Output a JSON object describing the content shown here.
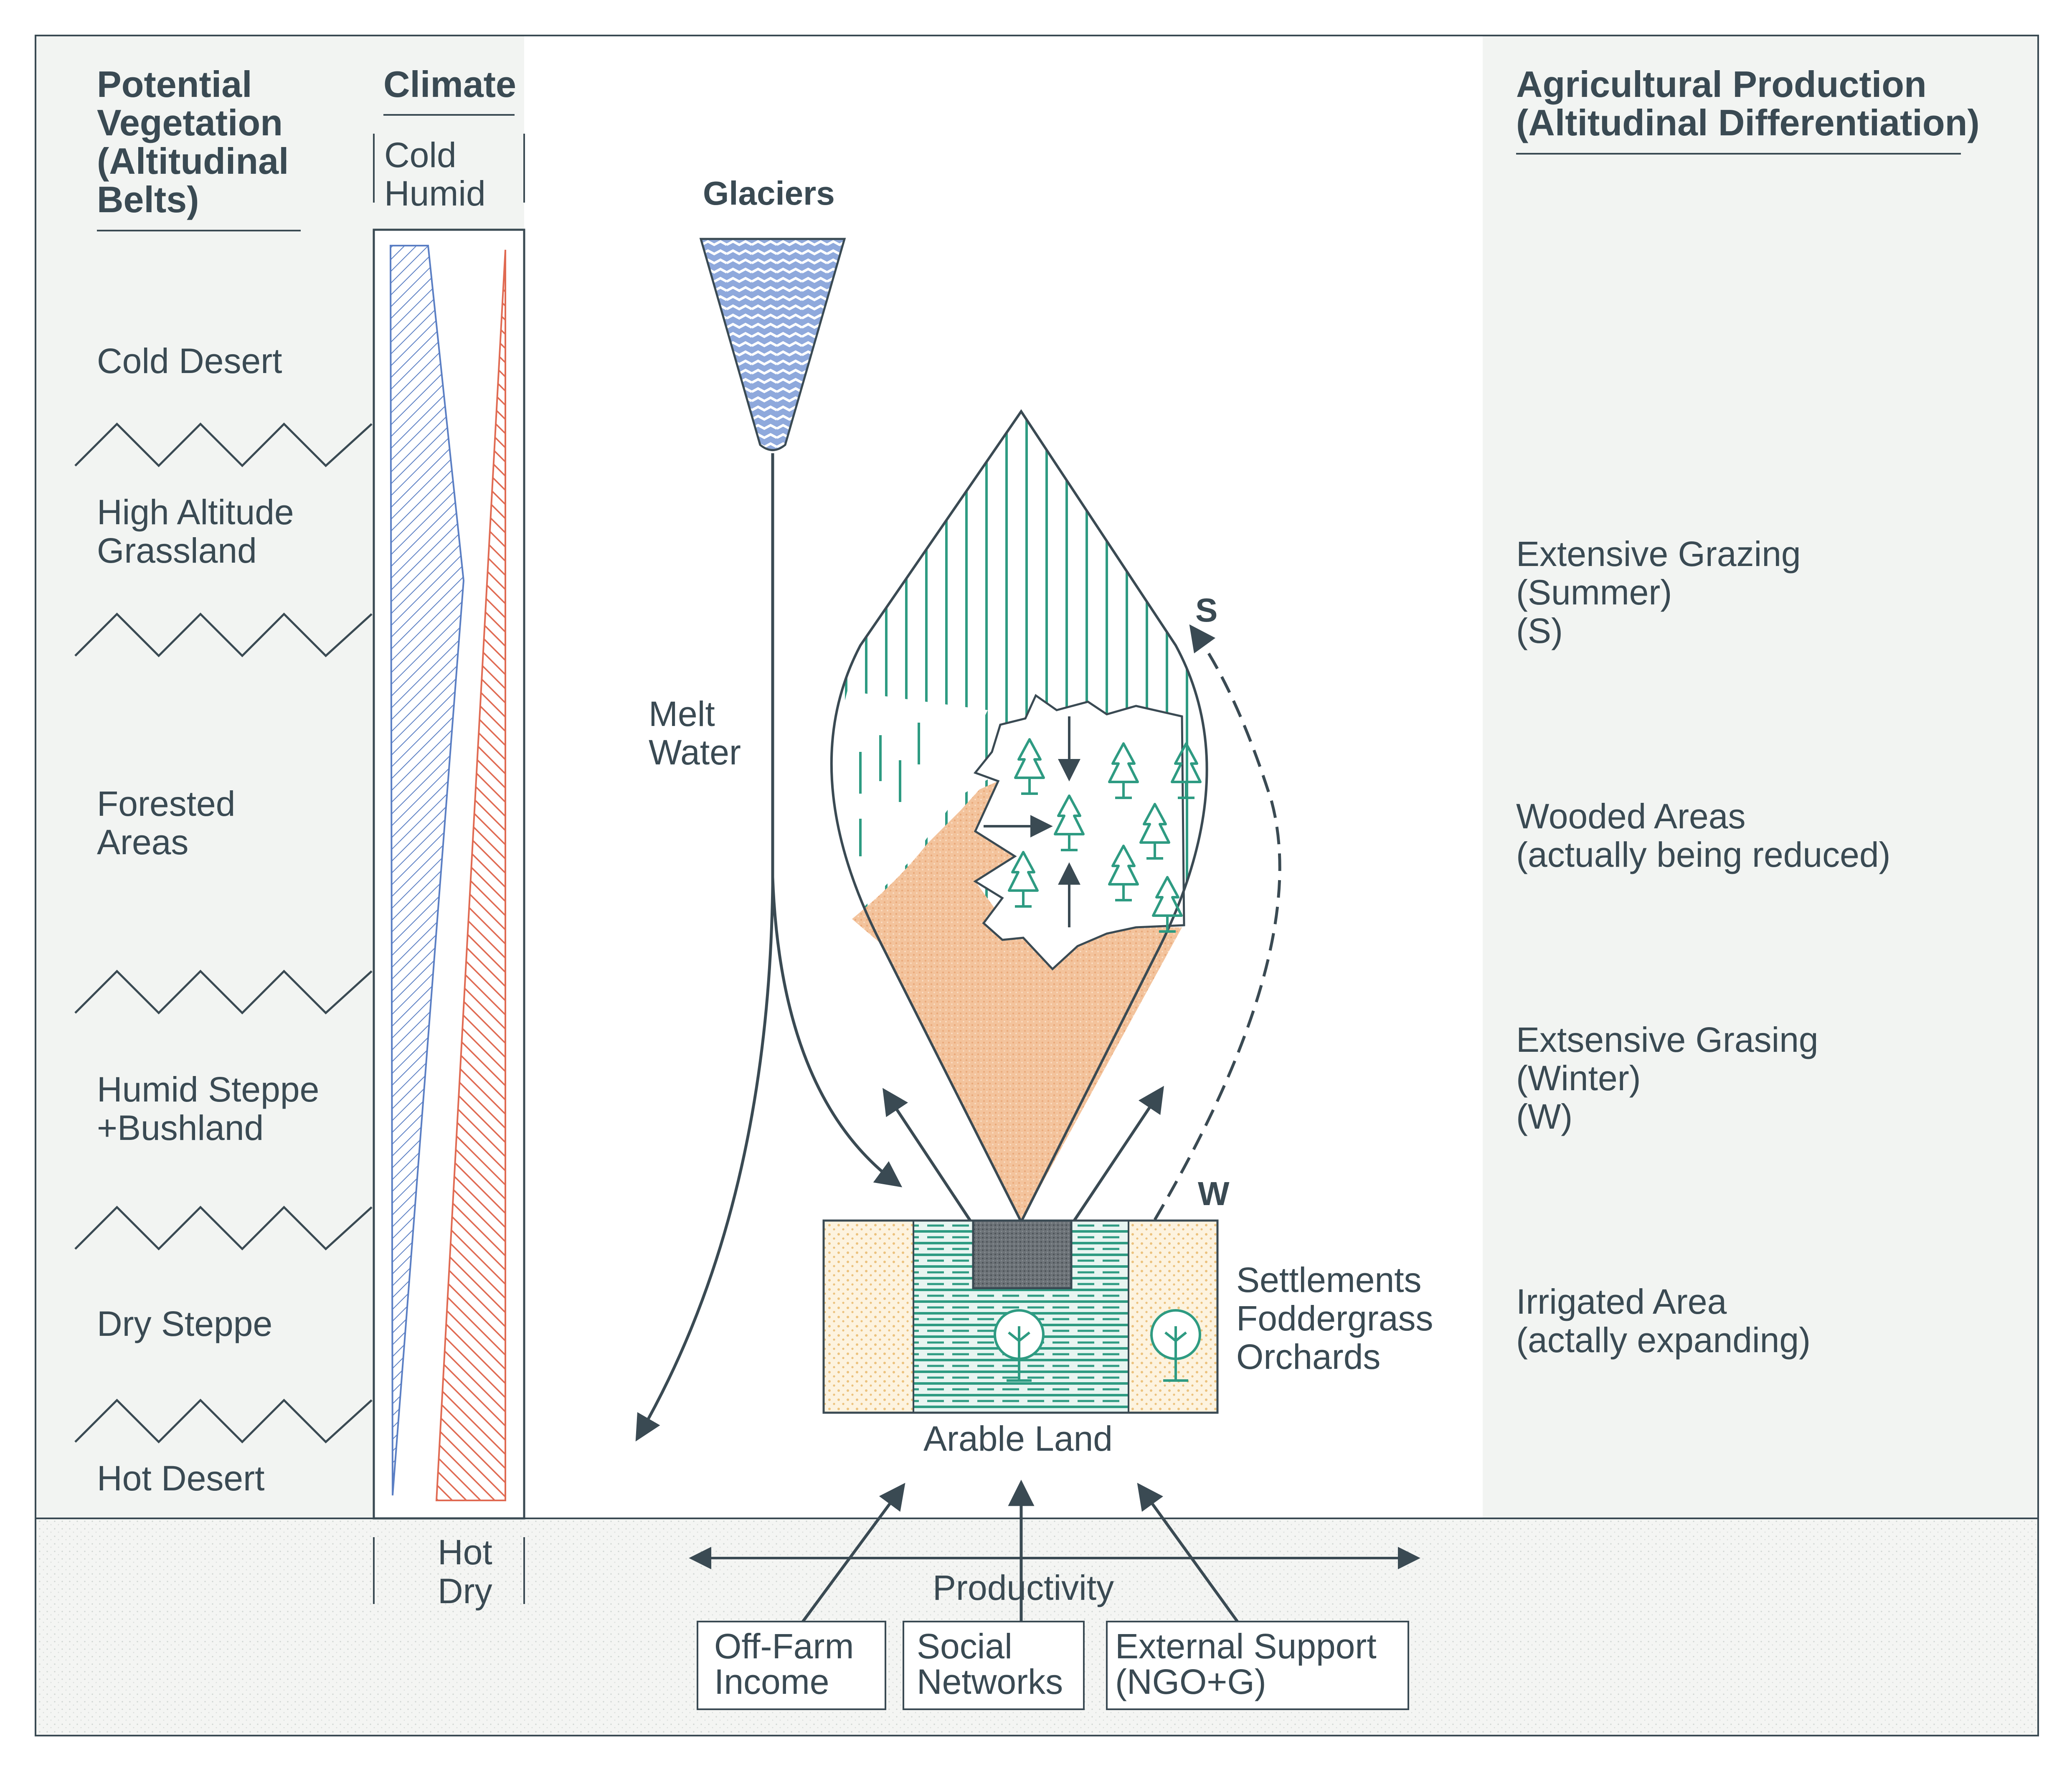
{
  "left_panel": {
    "title_lines": [
      "Potential",
      "Vegetation",
      "(Altitudinal",
      "Belts)"
    ],
    "belts": [
      {
        "lines": [
          "Cold Desert"
        ]
      },
      {
        "lines": [
          "High Altitude",
          "Grassland"
        ]
      },
      {
        "lines": [
          "Forested",
          "Areas"
        ]
      },
      {
        "lines": [
          "Humid Steppe",
          "+Bushland"
        ]
      },
      {
        "lines": [
          "Dry Steppe"
        ]
      },
      {
        "lines": [
          "Hot Desert"
        ]
      }
    ]
  },
  "climate": {
    "title": "Climate",
    "top_lines": [
      "Cold",
      "Humid"
    ],
    "bottom_lines": [
      "Hot",
      "Dry"
    ],
    "colors": {
      "humid": "#5b7fc4",
      "dry": "#e06a52"
    }
  },
  "center": {
    "glaciers": "Glaciers",
    "melt_water_lines": [
      "Melt",
      "Water"
    ],
    "summer_marker": "S",
    "winter_marker": "W",
    "settlements_lines": [
      "Settlements",
      "Foddergrass",
      "Orchards"
    ],
    "arable_land": "Arable Land",
    "productivity": "Productivity",
    "boxes": [
      {
        "lines": [
          "Off-Farm",
          "Income"
        ]
      },
      {
        "lines": [
          "Social",
          "Networks"
        ]
      },
      {
        "lines": [
          "External Support",
          "(NGO+G)"
        ]
      }
    ],
    "colors": {
      "green": "#2e9b82",
      "sand": "#f0b98e",
      "glacier": "#5b7fc4",
      "orchard": "#eec98a"
    }
  },
  "right_panel": {
    "title_lines": [
      "Agricultural Production",
      "(Altitudinal Differentiation)"
    ],
    "items": [
      {
        "lines": [
          "Extensive Grazing",
          "(Summer)",
          "(S)"
        ]
      },
      {
        "lines": [
          "Wooded Areas",
          "(actually being reduced)"
        ]
      },
      {
        "lines": [
          "Extsensive Grasing",
          "(Winter)",
          "(W)"
        ]
      },
      {
        "lines": [
          "Irrigated Area",
          "(actally expanding)"
        ]
      }
    ]
  }
}
